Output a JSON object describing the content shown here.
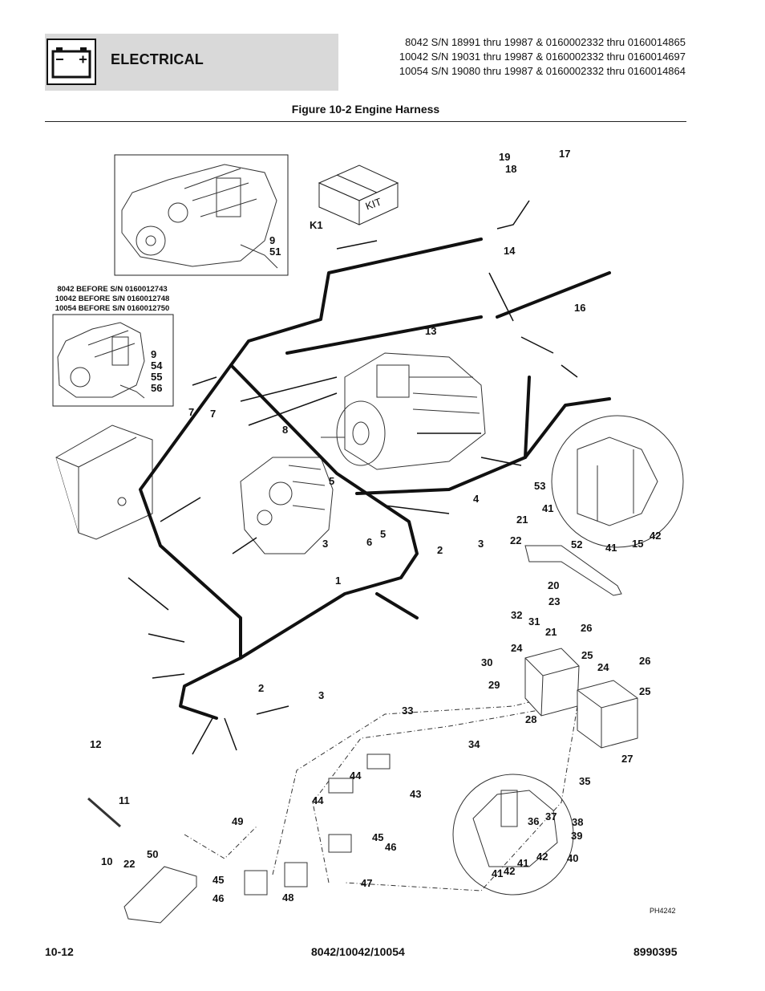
{
  "header": {
    "section": "ELECTRICAL",
    "icon": "battery-icon",
    "serial_lines": [
      "8042 S/N 18991 thru 19987 & 0160002332 thru 0160014865",
      "10042 S/N 19031 thru 19987 & 0160002332 thru 0160014697",
      "10054 S/N 19080 thru 19987 & 0160002332 thru 0160014864"
    ]
  },
  "figure": {
    "title": "Figure 10-2 Engine Harness",
    "note_lines": [
      "8042 BEFORE S/N 0160012743",
      "10042 BEFORE S/N 0160012748",
      "10054 BEFORE S/N 0160012750"
    ],
    "kit_label": "KIT",
    "drawing_code": "PH4242",
    "callouts": [
      "19",
      "17",
      "18",
      "K1",
      "9",
      "51",
      "14",
      "16",
      "13",
      "9",
      "54",
      "55",
      "56",
      "7",
      "7",
      "8",
      "5",
      "4",
      "3",
      "6",
      "5",
      "2",
      "3",
      "53",
      "41",
      "42",
      "21",
      "22",
      "52",
      "41",
      "15",
      "20",
      "23",
      "1",
      "32",
      "31",
      "21",
      "26",
      "24",
      "25",
      "30",
      "29",
      "24",
      "26",
      "25",
      "28",
      "27",
      "2",
      "3",
      "33",
      "34",
      "35",
      "12",
      "44",
      "43",
      "44",
      "45",
      "46",
      "11",
      "49",
      "36",
      "37",
      "38",
      "39",
      "42",
      "40",
      "41",
      "42",
      "41",
      "10",
      "22",
      "50",
      "45",
      "46",
      "48",
      "47"
    ]
  },
  "footer": {
    "page": "10-12",
    "models": "8042/10042/10054",
    "doc_number": "8990395"
  }
}
